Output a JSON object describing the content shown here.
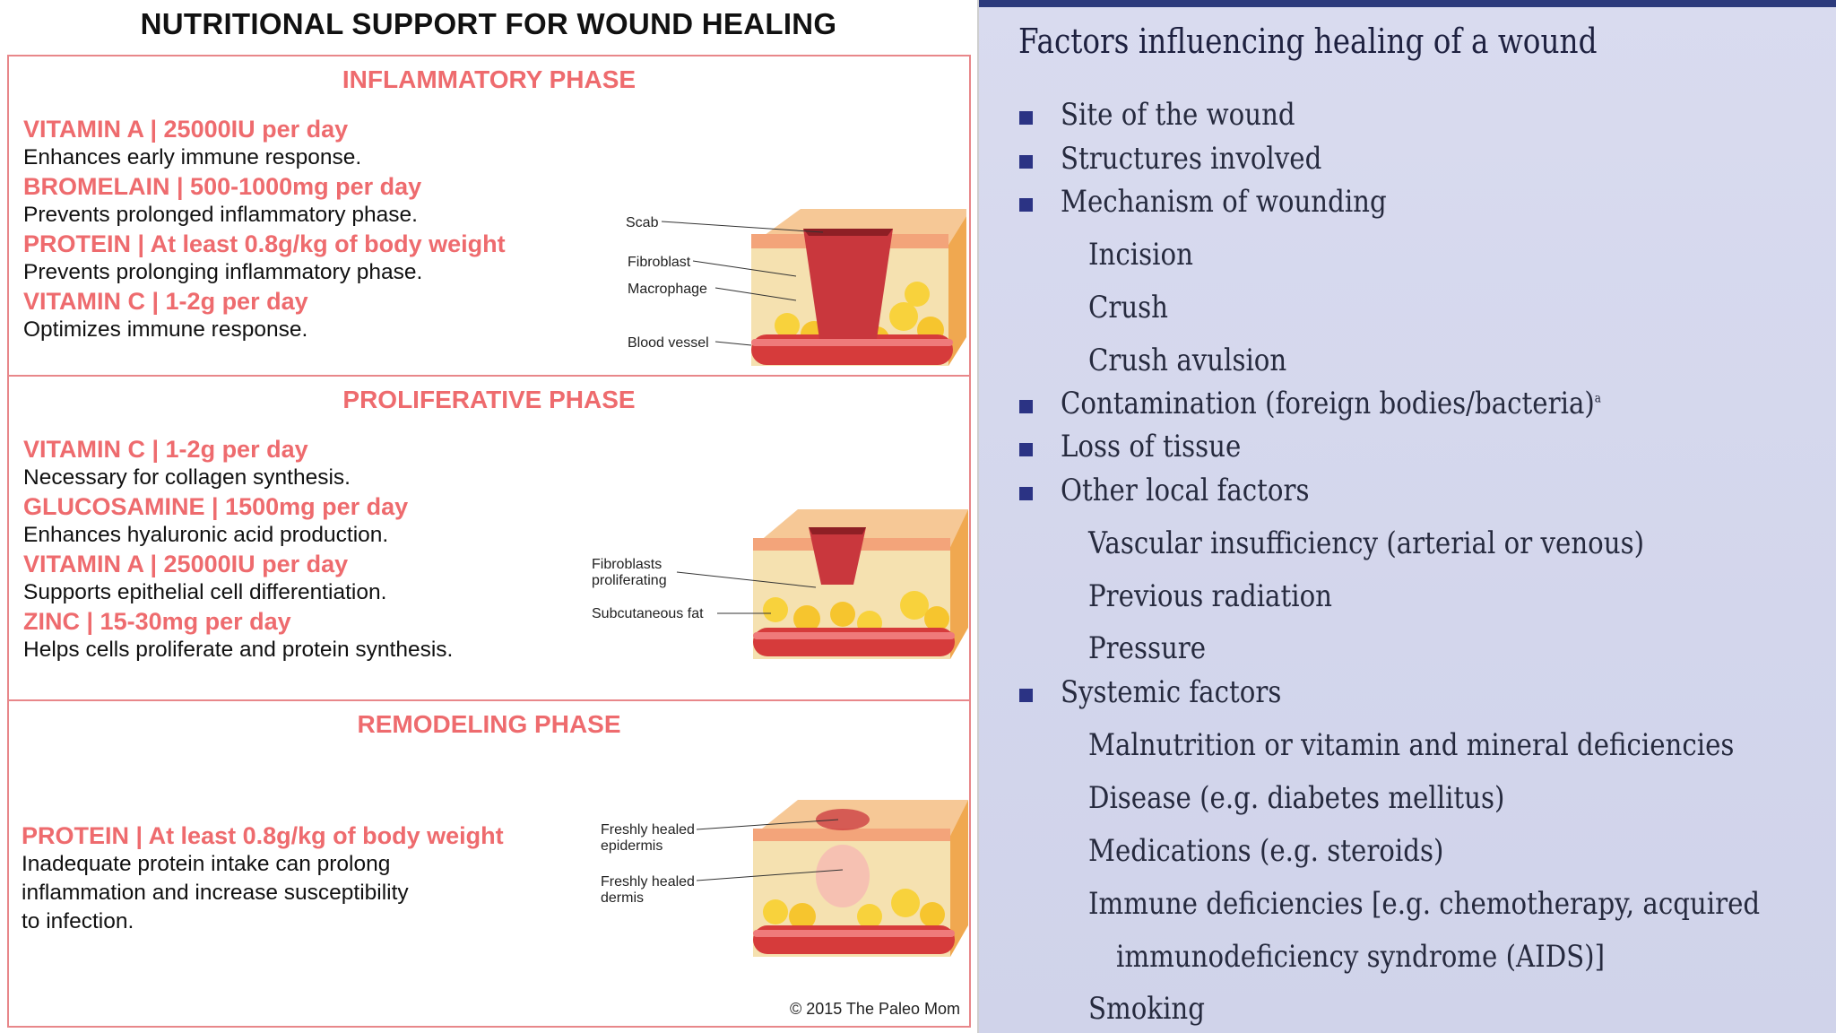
{
  "left": {
    "title": "NUTRITIONAL SUPPORT FOR WOUND HEALING",
    "copyright": "© 2015 The Paleo Mom",
    "phases": [
      {
        "title": "INFLAMMATORY PHASE",
        "items": [
          {
            "name": "VITAMIN A | 25000IU per day",
            "desc": "Enhances early immune response."
          },
          {
            "name": "BROMELAIN | 500-1000mg per day",
            "desc": "Prevents prolonged inflammatory phase."
          },
          {
            "name": "PROTEIN | At least 0.8g/kg of body weight",
            "desc": "Prevents prolonging inflammatory phase."
          },
          {
            "name": "VITAMIN C | 1-2g per day",
            "desc": "Optimizes immune response."
          }
        ],
        "labels": [
          "Scab",
          "Fibroblast",
          "Macrophage",
          "Blood vessel"
        ]
      },
      {
        "title": "PROLIFERATIVE PHASE",
        "items": [
          {
            "name": "VITAMIN C | 1-2g per day",
            "desc": "Necessary for collagen synthesis."
          },
          {
            "name": "GLUCOSAMINE | 1500mg per day",
            "desc": "Enhances hyaluronic acid production."
          },
          {
            "name": "VITAMIN A | 25000IU per day",
            "desc": "Supports epithelial cell differentiation."
          },
          {
            "name": "ZINC | 15-30mg per day",
            "desc": "Helps cells proliferate and protein synthesis."
          }
        ],
        "labels": [
          "Fibroblasts",
          "proliferating",
          "Subcutaneous fat"
        ]
      },
      {
        "title": "REMODELING PHASE",
        "items": [
          {
            "name": "PROTEIN | At least 0.8g/kg of body weight",
            "desc": "Inadequate protein intake can prolong",
            "desc2": "inflammation and increase susceptibility",
            "desc3": "to infection."
          }
        ],
        "labels": [
          "Freshly healed",
          "epidermis",
          "Freshly healed",
          "dermis"
        ]
      }
    ]
  },
  "right": {
    "title": "Factors influencing healing of a wound",
    "lines": [
      "Site of the wound",
      "Structures involved",
      "Mechanism of wounding",
      "Incision",
      "Crush",
      "Crush avulsion",
      "Contamination (foreign bodies/bacteria)",
      "Loss of tissue",
      "Other local factors",
      "Vascular insufficiency (arterial or venous)",
      "Previous radiation",
      "Pressure",
      "Systemic factors",
      "Malnutrition or vitamin and mineral deficiencies",
      "Disease (e.g. diabetes mellitus)",
      "Medications (e.g. steroids)",
      "Immune deficiencies [e.g. chemotherapy, acquired",
      "immunodeficiency syndrome (AIDS)]",
      "Smoking"
    ],
    "superscript": "a"
  }
}
